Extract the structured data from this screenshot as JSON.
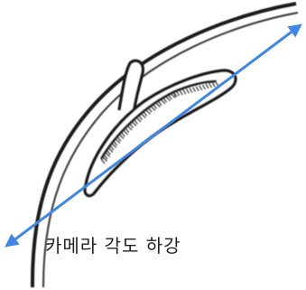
{
  "caption": "카메라 각도 하강",
  "colors": {
    "arrow": "#3f86e6",
    "outline": "#1a1a1a",
    "background": "#ffffff"
  },
  "parts": [
    "body-curve",
    "clip-tab",
    "slot-outline",
    "hair-fringe",
    "angle-arrow"
  ]
}
